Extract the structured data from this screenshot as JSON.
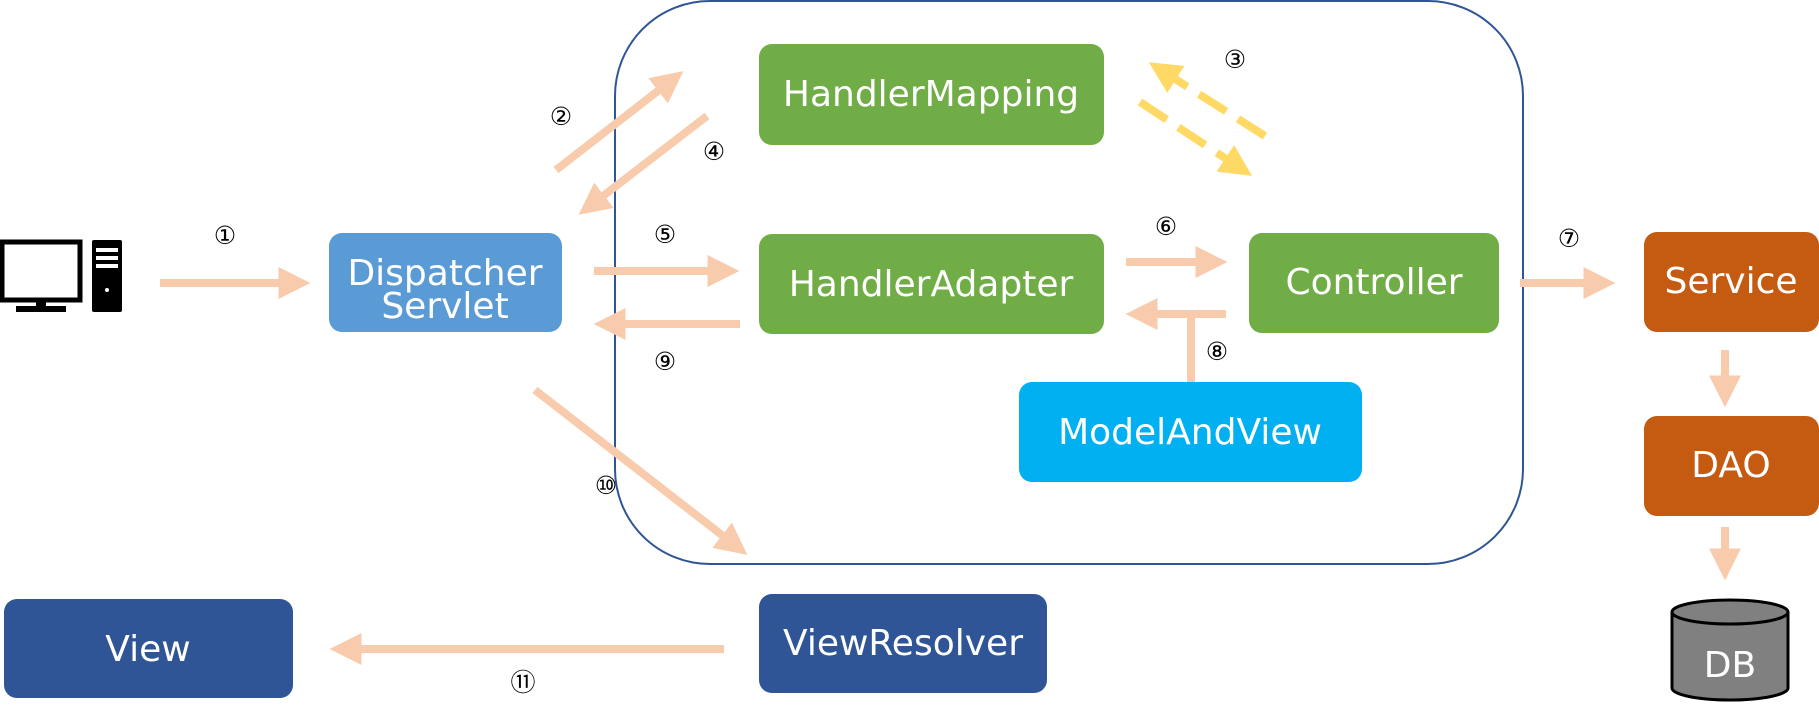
{
  "nodes": {
    "dispatcher_line1": "Dispatcher",
    "dispatcher_line2": "Servlet",
    "handler_mapping": "HandlerMapping",
    "handler_adapter": "HandlerAdapter",
    "controller": "Controller",
    "model_and_view": "ModelAndView",
    "service": "Service",
    "dao": "DAO",
    "db": "DB",
    "view_resolver": "ViewResolver",
    "view": "View"
  },
  "steps": {
    "s1": "①",
    "s2": "②",
    "s3": "③",
    "s4": "④",
    "s5": "⑤",
    "s6": "⑥",
    "s7": "⑦",
    "s8": "⑧",
    "s9": "⑨",
    "s10": "⑩",
    "s11": "⑪"
  },
  "icons": {
    "client": "desktop-computer-icon"
  },
  "colors": {
    "dispatcher": "#5b9bd5",
    "spring_component": "#70ad47",
    "model_and_view": "#00b0f0",
    "backend": "#c55a11",
    "view": "#2f5597",
    "db": "#808080",
    "flow_arrow": "#f8cbad",
    "mapping_arrow": "#ffd966",
    "container_border": "#2f5597"
  }
}
